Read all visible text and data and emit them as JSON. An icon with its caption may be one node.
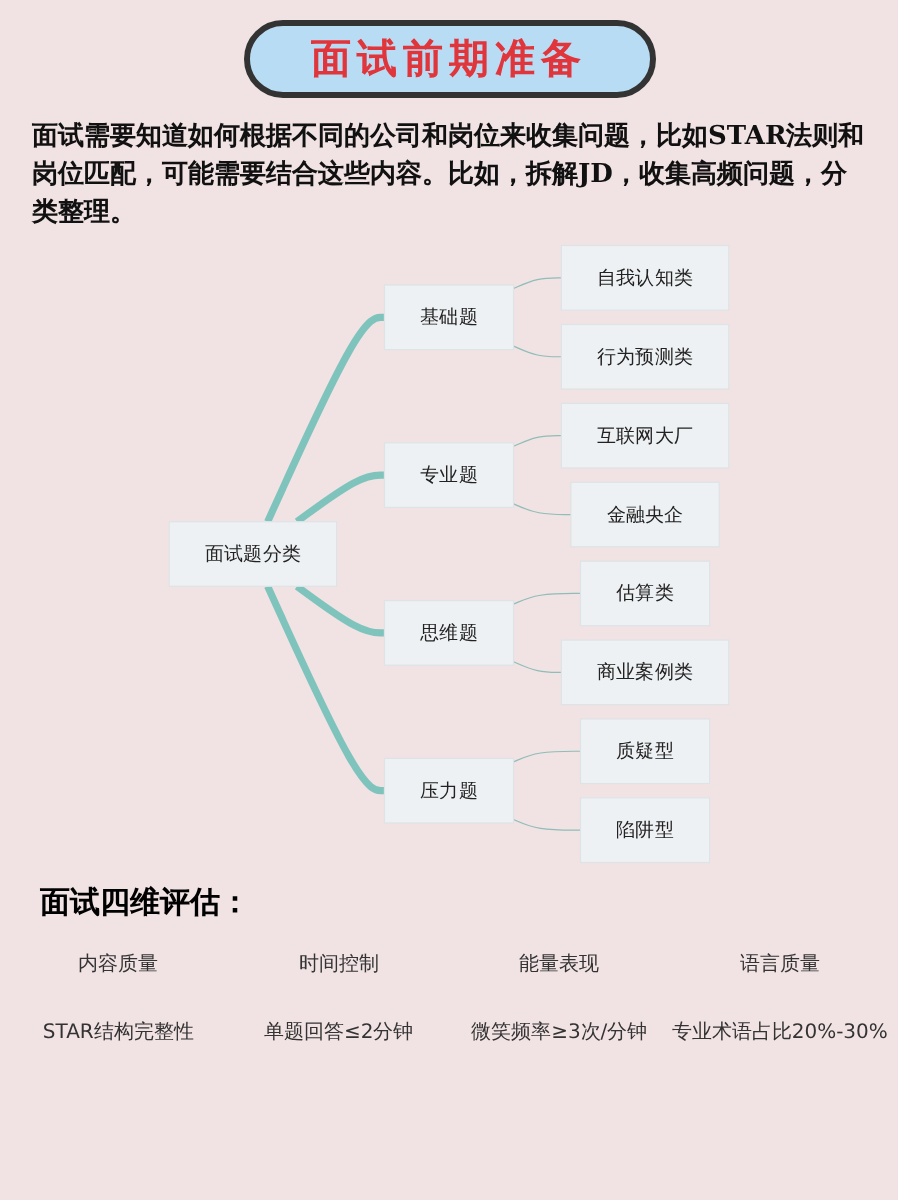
{
  "diagram": {
    "title": "面试前期准备",
    "nodes": [
      {
        "text": [
          "面试题分类"
        ]
      },
      {
        "text": [
          "基础题"
        ]
      },
      {
        "text": [
          "自我认知类"
        ]
      },
      {
        "text": [
          "行为预测类"
        ]
      },
      {
        "text": [
          "专业题"
        ]
      },
      {
        "text": [
          "互联网大厂"
        ]
      },
      {
        "text": [
          "金融央企"
        ]
      },
      {
        "text": [
          "思维题"
        ]
      },
      {
        "text": [
          "估算类"
        ]
      },
      {
        "text": [
          "商业案例类"
        ]
      },
      {
        "text": [
          "压力题"
        ]
      },
      {
        "text": [
          "质疑型"
        ]
      },
      {
        "text": [
          "陷阱型"
        ]
      }
    ],
    "edges": [
      {
        "from": 0,
        "to": 1,
        "arrow": "none",
        "style": "thick",
        "color": "#7ec4bd"
      },
      {
        "from": 0,
        "to": 4,
        "arrow": "none",
        "style": "thick",
        "color": "#7ec4bd"
      },
      {
        "from": 0,
        "to": 7,
        "arrow": "none",
        "style": "thick",
        "color": "#7ec4bd"
      },
      {
        "from": 0,
        "to": 10,
        "arrow": "none",
        "style": "thick",
        "color": "#7ec4bd"
      },
      {
        "from": 1,
        "to": 2,
        "arrow": "none"
      },
      {
        "from": 1,
        "to": 3,
        "arrow": "none"
      },
      {
        "from": 4,
        "to": 5,
        "arrow": "none"
      },
      {
        "from": 4,
        "to": 6,
        "arrow": "none"
      },
      {
        "from": 7,
        "to": 8,
        "arrow": "none"
      },
      {
        "from": 7,
        "to": 9,
        "arrow": "none"
      },
      {
        "from": 10,
        "to": 11,
        "arrow": "none"
      },
      {
        "from": 10,
        "to": 12,
        "arrow": "none"
      }
    ],
    "labels": [
      "面试需要知道如何根据不同的公司和岗位来收集问题，比如STAR法则和岗位匹配，可能需要结合这些内容。比如，拆解JD，收集高频问题，分类整理。",
      "面试四维评估：",
      "内容质量",
      "时间控制",
      "能量表现",
      "语言质量",
      "STAR结构完整性",
      "单题回答≤2分钟",
      "微笑频率≥3次/分钟",
      "专业术语占比20%-30%"
    ]
  }
}
